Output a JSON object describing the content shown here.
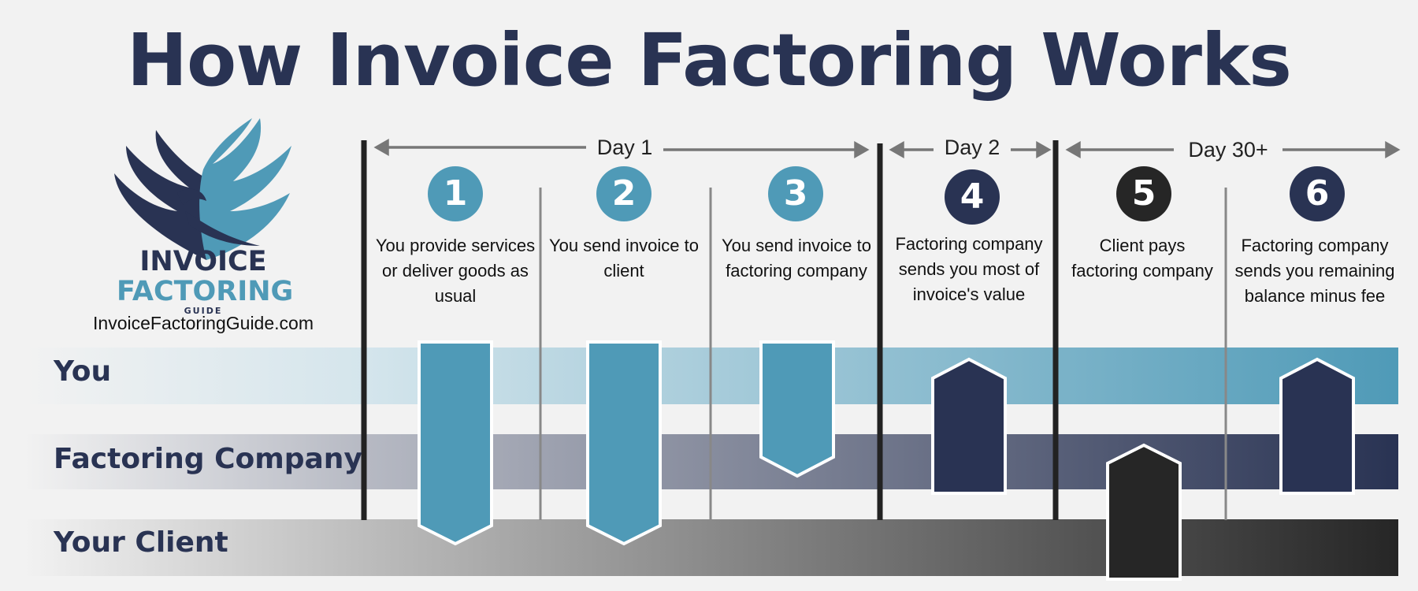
{
  "title": "How Invoice Factoring Works",
  "logo": {
    "line1": "INVOICE",
    "line2": "FACTORING",
    "line3": "GUIDE",
    "url": "InvoiceFactoringGuide.com"
  },
  "days": [
    "Day 1",
    "Day 2",
    "Day 30+"
  ],
  "steps": [
    {
      "num": "1",
      "text": "You  provide services or deliver goods as usual"
    },
    {
      "num": "2",
      "text": "You send invoice to client"
    },
    {
      "num": "3",
      "text": "You send invoice to factoring company"
    },
    {
      "num": "4",
      "text": "Factoring company sends you most of invoice's value"
    },
    {
      "num": "5",
      "text": "Client pays factoring company"
    },
    {
      "num": "6",
      "text": "Factoring company sends you remaining balance minus fee"
    }
  ],
  "rows": [
    "You",
    "Factoring Company",
    "Your Client"
  ],
  "colors": {
    "navy": "#293353",
    "teal": "#4f9ab7",
    "black": "#262626"
  }
}
